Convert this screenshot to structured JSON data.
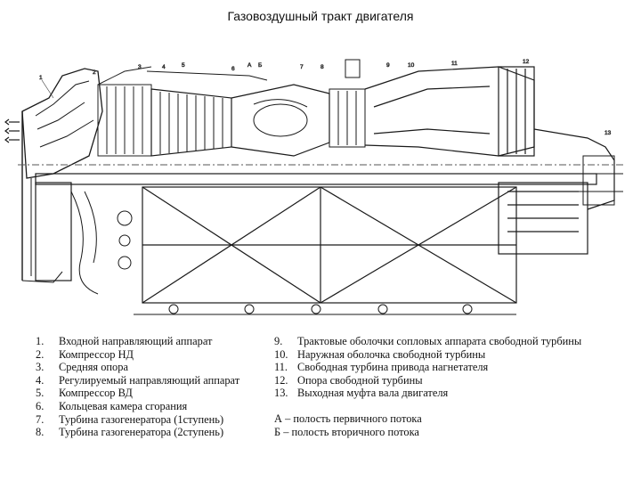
{
  "title": "Газовоздушный тракт двигателя",
  "callouts": [
    "1",
    "2",
    "3",
    "4",
    "5",
    "6",
    "А",
    "Б",
    "7",
    "8",
    "9",
    "10",
    "11",
    "12",
    "13"
  ],
  "legend_left": [
    {
      "num": "1.",
      "text": "Входной направляющий аппарат"
    },
    {
      "num": "2.",
      "text": "Компрессор НД"
    },
    {
      "num": "3.",
      "text": "Средняя опора"
    },
    {
      "num": "4.",
      "text": "Регулируемый направляющий аппарат"
    },
    {
      "num": "5.",
      "text": "Компрессор ВД"
    },
    {
      "num": "6.",
      "text": "Кольцевая камера сгорания"
    },
    {
      "num": "7.",
      "text": "Турбина газогенератора (1ступень)"
    },
    {
      "num": "8.",
      "text": "Турбина газогенератора (2ступень)"
    }
  ],
  "legend_right": [
    {
      "num": "9.",
      "text": "Трактовые оболочки сопловых аппарата свободной турбины"
    },
    {
      "num": "10.",
      "text": "Наружная оболочка свободной турбины"
    },
    {
      "num": "11.",
      "text": "Свободная турбина привода нагнетателя"
    },
    {
      "num": "12.",
      "text": "Опора свободной турбины"
    },
    {
      "num": "13.",
      "text": "Выходная муфта вала двигателя"
    }
  ],
  "flows": [
    {
      "letter": "А",
      "text": "– полость первичного потока"
    },
    {
      "letter": "Б",
      "text": "– полость вторичного потока"
    }
  ]
}
